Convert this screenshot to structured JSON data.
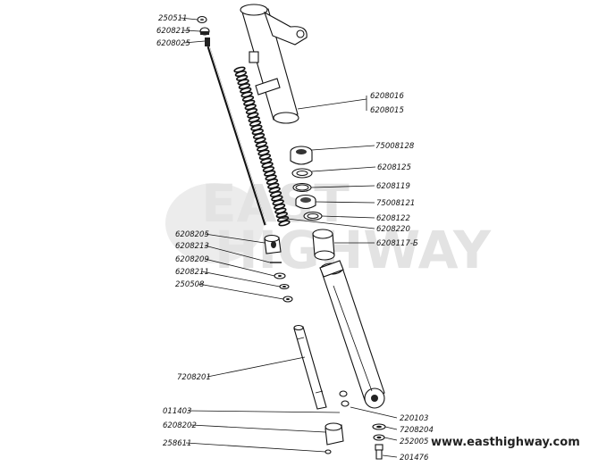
{
  "watermark": {
    "brand_top": "EAST",
    "brand_bottom": "HIGHWAY",
    "url": "www.easthighway.com"
  },
  "labels": [
    {
      "id": "p250511",
      "text": "250511"
    },
    {
      "id": "p6208215",
      "text": "6208215"
    },
    {
      "id": "p6208025",
      "text": "6208025"
    },
    {
      "id": "p6208016",
      "text": "6208016"
    },
    {
      "id": "p6208015",
      "text": "6208015"
    },
    {
      "id": "p75008128",
      "text": "75008128"
    },
    {
      "id": "p6208125",
      "text": "6208125"
    },
    {
      "id": "p6208119",
      "text": "6208119"
    },
    {
      "id": "p75008121",
      "text": "75008121"
    },
    {
      "id": "p6208122",
      "text": "6208122"
    },
    {
      "id": "p6208220",
      "text": "6208220"
    },
    {
      "id": "p6208117B",
      "text": "6208117-Б"
    },
    {
      "id": "p6208205",
      "text": "6208205"
    },
    {
      "id": "p6208213",
      "text": "6208213"
    },
    {
      "id": "p6208209",
      "text": "6208209"
    },
    {
      "id": "p6208211",
      "text": "6208211"
    },
    {
      "id": "p250508",
      "text": "250508"
    },
    {
      "id": "p7208201",
      "text": "7208201"
    },
    {
      "id": "p011403",
      "text": "011403"
    },
    {
      "id": "p220103",
      "text": "220103"
    },
    {
      "id": "p7208204",
      "text": "7208204"
    },
    {
      "id": "p252005",
      "text": "252005"
    },
    {
      "id": "p6208202",
      "text": "6208202"
    },
    {
      "id": "p258611",
      "text": "258611"
    },
    {
      "id": "p201476",
      "text": "201476"
    }
  ]
}
